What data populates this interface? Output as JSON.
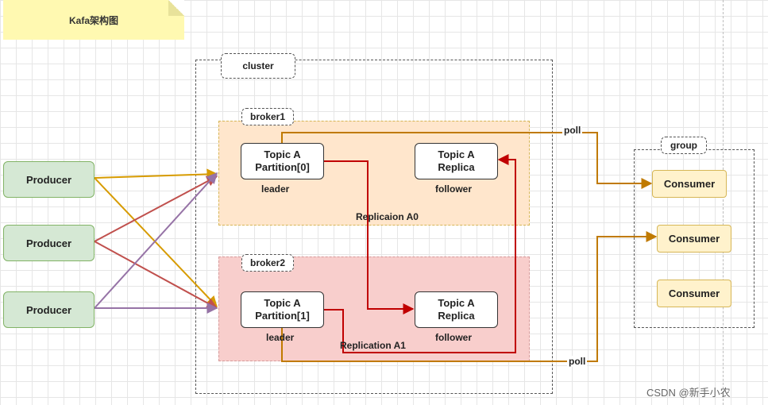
{
  "title": "Kafa架构图",
  "cluster": {
    "label": "cluster"
  },
  "brokers": [
    {
      "label": "broker1",
      "leader": {
        "line1": "Topic A",
        "line2": "Partition[0]",
        "role": "leader"
      },
      "follower": {
        "line1": "Topic A",
        "line2": "Replica",
        "role": "follower"
      },
      "replication": "Replicaion A0"
    },
    {
      "label": "broker2",
      "leader": {
        "line1": "Topic A",
        "line2": "Partition[1]",
        "role": "leader"
      },
      "follower": {
        "line1": "Topic A",
        "line2": "Replica",
        "role": "follower"
      },
      "replication": "Replication A1"
    }
  ],
  "producers": [
    "Producer",
    "Producer",
    "Producer"
  ],
  "group": {
    "label": "group",
    "consumers": [
      "Consumer",
      "Consumer",
      "Consumer"
    ]
  },
  "poll_labels": [
    "poll",
    "poll"
  ],
  "watermark": "CSDN @新手小农",
  "colors": {
    "producer1": "#d79b00",
    "producer2": "#c0504d",
    "producer3": "#9673a6",
    "replication": "#c00000",
    "poll": "#c07a00"
  }
}
